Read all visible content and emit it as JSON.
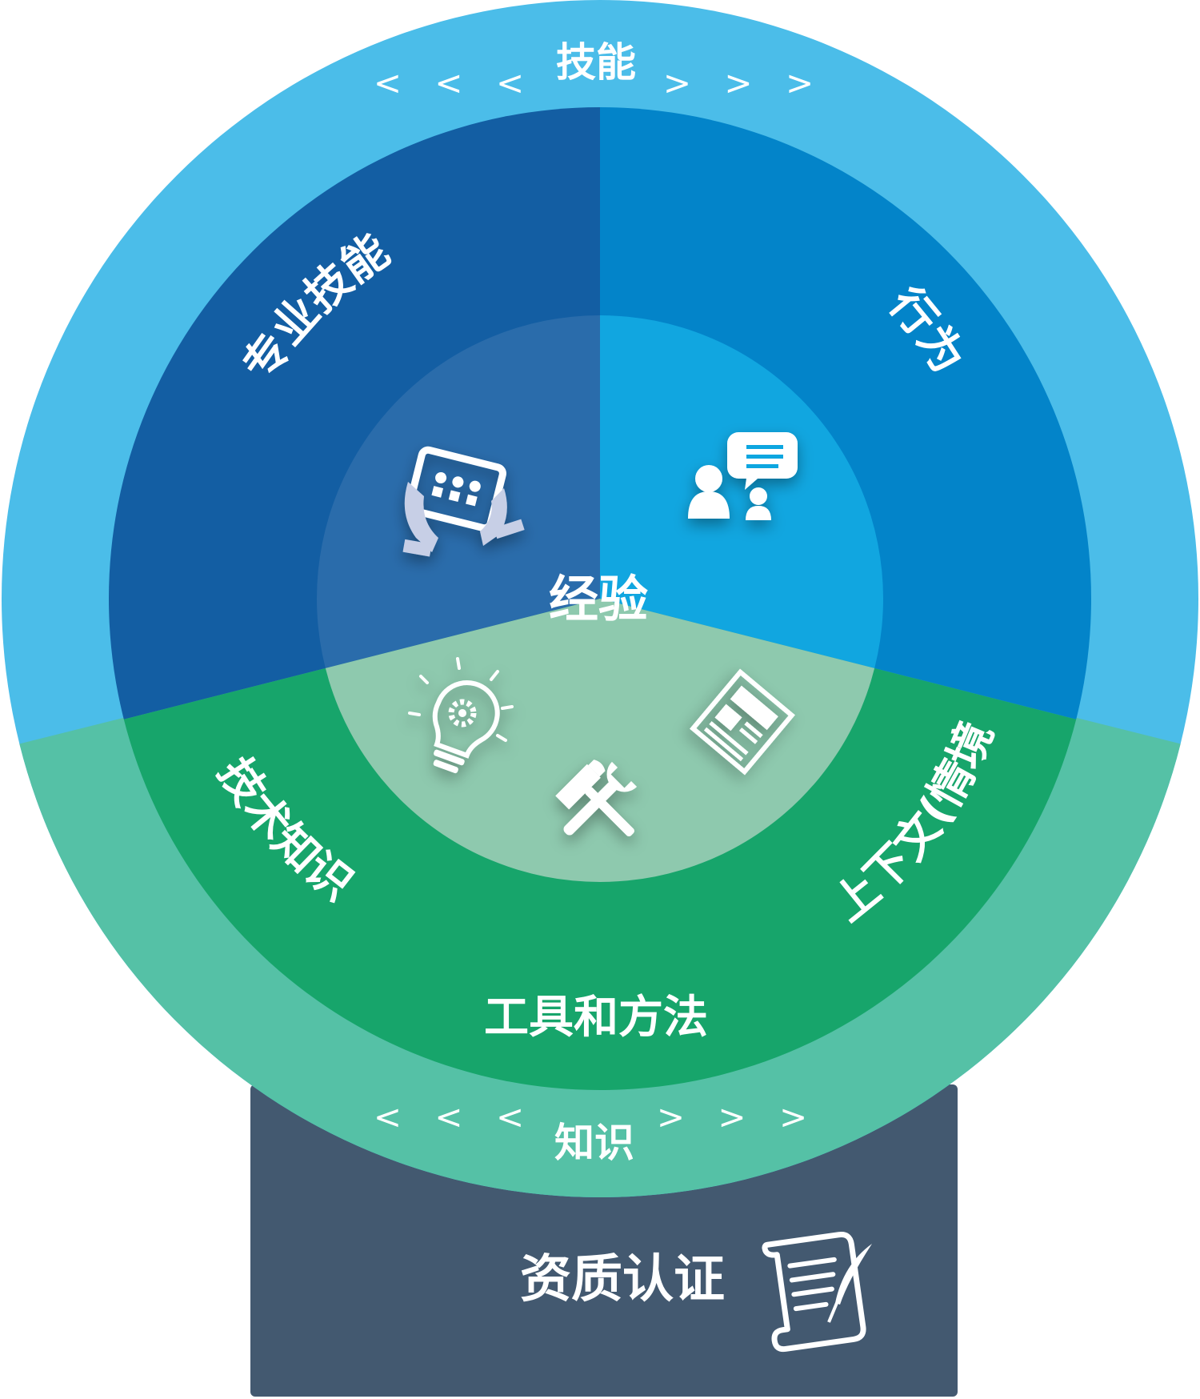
{
  "colors": {
    "outer_ring_blue": "#4bbde9",
    "outer_ring_green": "#55c1a6",
    "sector_professional": "#135ea3",
    "sector_behavior": "#0384c9",
    "sector_bottom": "#17a56b",
    "inner_left": "#2a6cab",
    "inner_right": "#11a6e0",
    "inner_bottom": "#8ec9ae",
    "base": "#435970",
    "text": "#ffffff"
  },
  "outer_ring": {
    "top_label": "技能",
    "bottom_label": "知识",
    "left_chevrons": "< < <",
    "right_chevrons": "> > >"
  },
  "sectors": {
    "top_left": "专业技能",
    "top_right": "行为",
    "bottom_left": "技术知识",
    "bottom_right": "上下文(情境)",
    "bottom": "工具和方法"
  },
  "center": {
    "label": "经验"
  },
  "base": {
    "label": "资质认证"
  },
  "icons": {
    "top_left": "tablet-hands-icon",
    "top_right": "people-chat-icon",
    "bottom_left": "lightbulb-gear-icon",
    "bottom_center": "hammer-wrench-icon",
    "bottom_right": "newspaper-icon",
    "base": "scroll-quill-icon"
  }
}
